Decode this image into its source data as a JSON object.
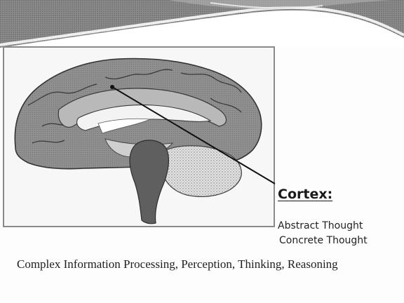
{
  "slide": {
    "heading": "Cortex:",
    "functions": [
      "Abstract Thought",
      "Concrete Thought"
    ],
    "description": "Complex Information Processing, Perception, Thinking, Reasoning"
  },
  "colors": {
    "banner_dark": "#7a7a7a",
    "banner_light": "#e6e6e6",
    "frame_border": "#8a8a8a",
    "brain_gray": "#8c8c8c",
    "cerebellum_speckle": "#d2d2d2",
    "brainstem": "#5c5c5c",
    "pointer_line": "#111111"
  },
  "icons": {
    "illustration": "brain-sagittal-section"
  }
}
